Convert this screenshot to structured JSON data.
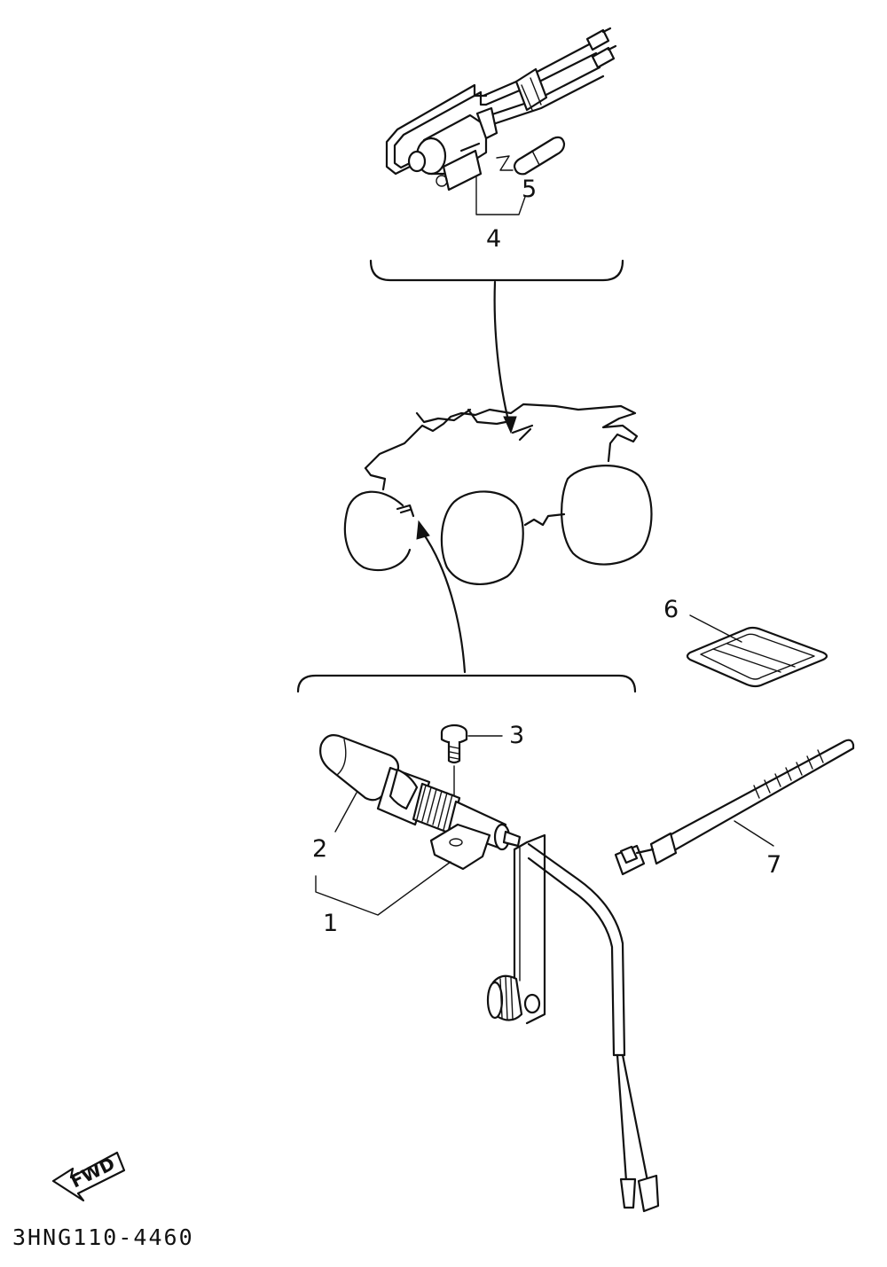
{
  "diagram_code": "3HNG110-4460",
  "fwd_label": "FWD",
  "callouts": [
    "1",
    "2",
    "3",
    "4",
    "5",
    "6",
    "7"
  ],
  "parts": [
    {
      "ref": "1",
      "part": "speed-limiter-assembly"
    },
    {
      "ref": "2",
      "part": "cap"
    },
    {
      "ref": "3",
      "part": "screw"
    },
    {
      "ref": "4",
      "part": "relay-assembly"
    },
    {
      "ref": "5",
      "part": "fuse"
    },
    {
      "ref": "6",
      "part": "label"
    },
    {
      "ref": "7",
      "part": "cable-tie"
    }
  ]
}
